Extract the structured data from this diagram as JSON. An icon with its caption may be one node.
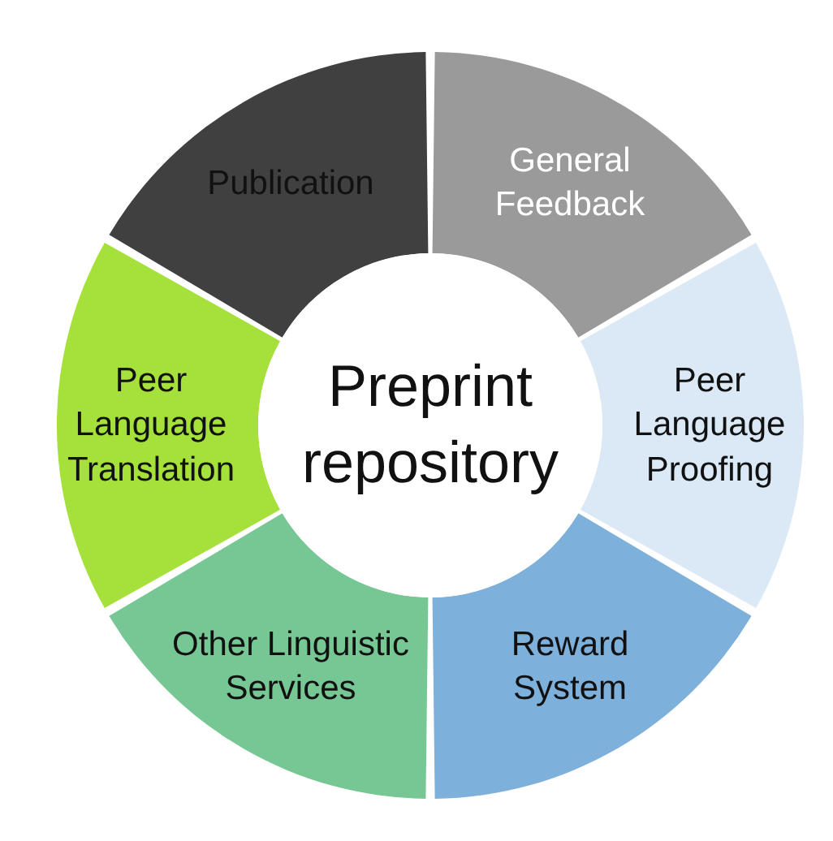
{
  "diagram": {
    "nodes": [
      {
        "text": [
          "Publication"
        ]
      },
      {
        "text": [
          "General Feedback"
        ]
      },
      {
        "text": [
          "Peer Language Translation"
        ]
      },
      {
        "text": [
          "Preprint repository"
        ]
      },
      {
        "text": [
          "Peer Language Proofing"
        ]
      },
      {
        "text": [
          "Other Linguistic Services"
        ]
      },
      {
        "text": [
          "Reward System"
        ]
      }
    ]
  }
}
